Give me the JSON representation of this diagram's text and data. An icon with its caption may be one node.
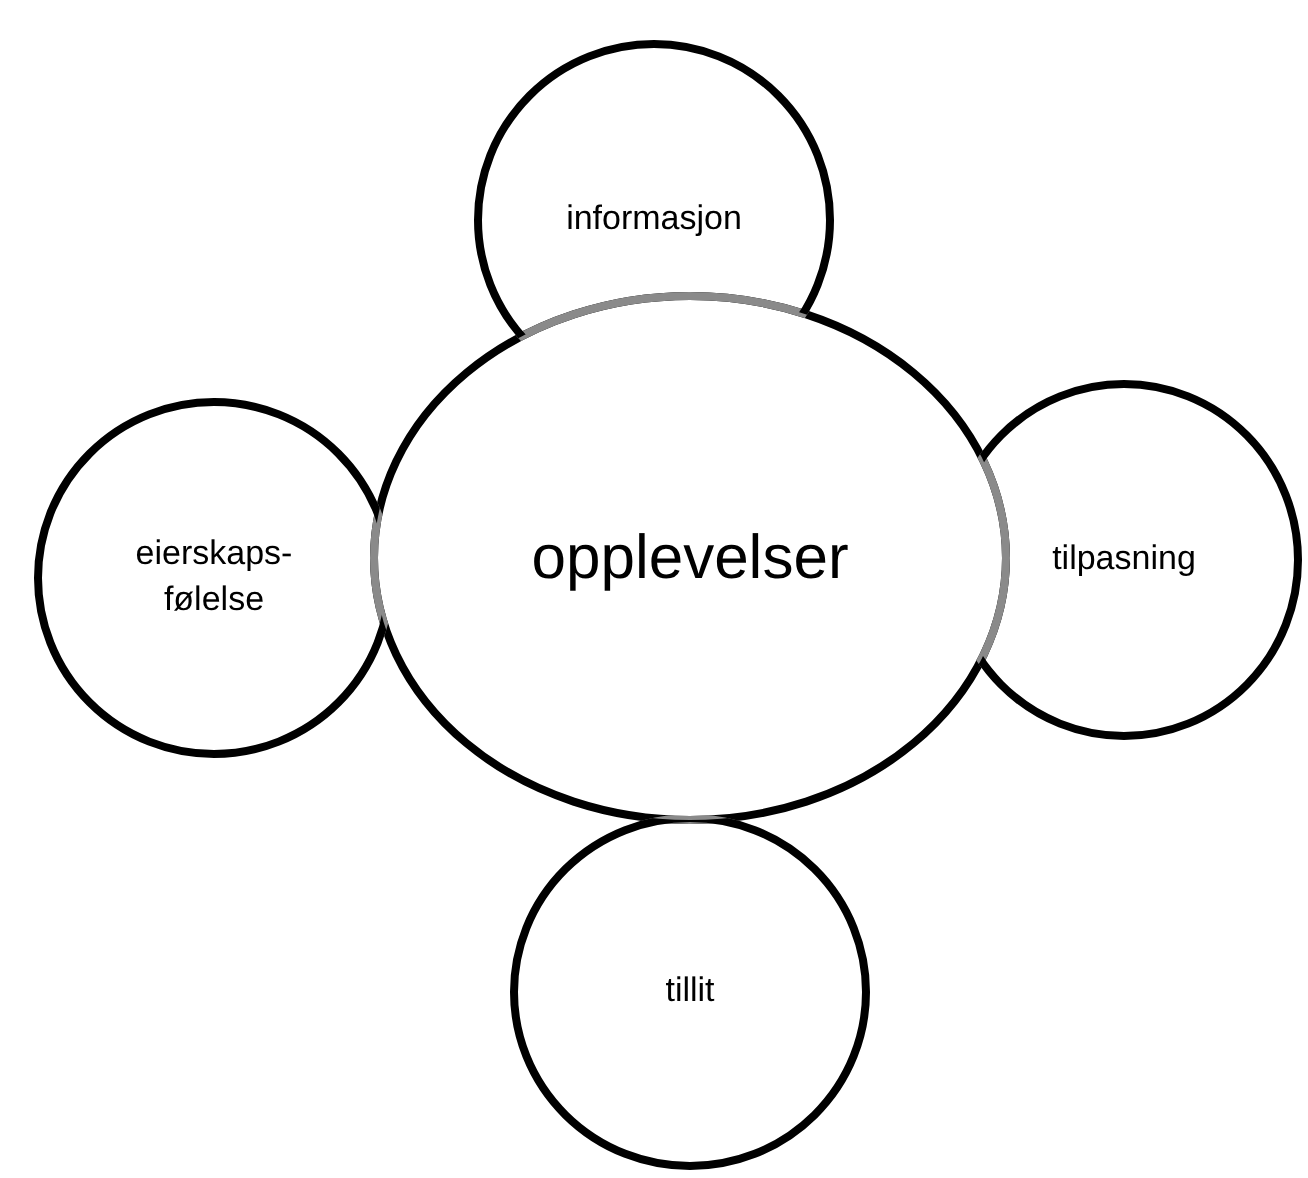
{
  "diagram": {
    "nodes": [
      {
        "text": [
          "informasjon"
        ]
      },
      {
        "text": [
          "eierskaps- følelse"
        ]
      },
      {
        "text": [
          "opplevelser"
        ]
      },
      {
        "text": [
          "tilpasning"
        ]
      },
      {
        "text": [
          "tillit"
        ]
      }
    ]
  }
}
